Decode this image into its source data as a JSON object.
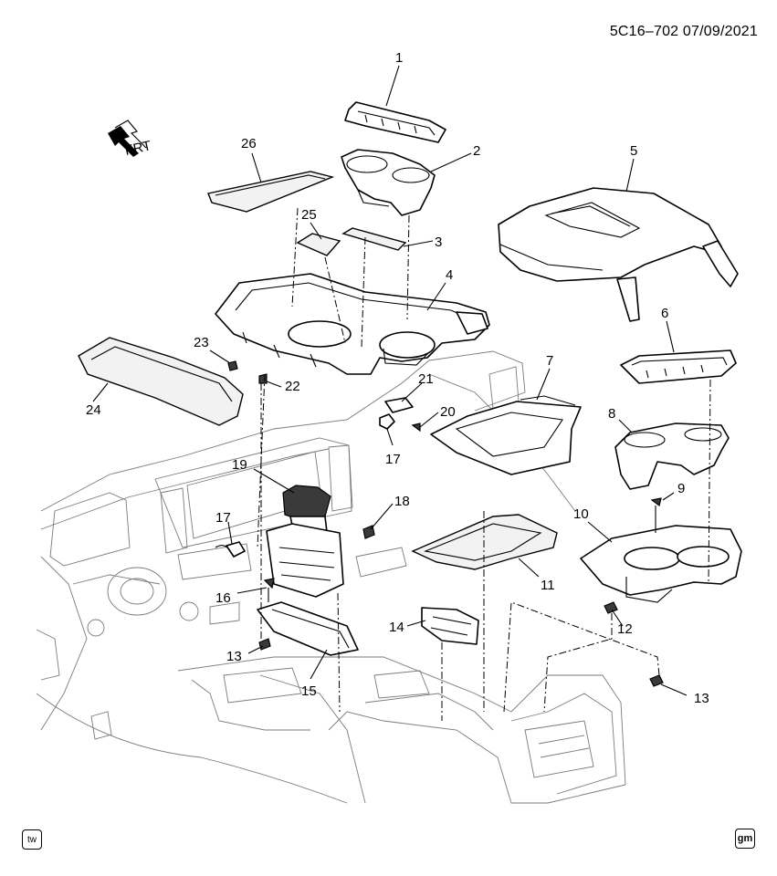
{
  "header": {
    "document_id": "5C16–702  07/09/2021"
  },
  "orientation": {
    "label": "FRT"
  },
  "callouts": {
    "p1": "1",
    "p2": "2",
    "p3": "3",
    "p4": "4",
    "p5": "5",
    "p6": "6",
    "p7": "7",
    "p8": "8",
    "p9": "9",
    "p10": "10",
    "p11": "11",
    "p12": "12",
    "p13a": "13",
    "p13b": "13",
    "p14": "14",
    "p15": "15",
    "p16": "16",
    "p17a": "17",
    "p17b": "17",
    "p18": "18",
    "p19": "19",
    "p20": "20",
    "p21": "21",
    "p22": "22",
    "p23": "23",
    "p24": "24",
    "p25": "25",
    "p26": "26"
  },
  "footer": {
    "left_badge": "tw",
    "right_badge": "gm"
  }
}
